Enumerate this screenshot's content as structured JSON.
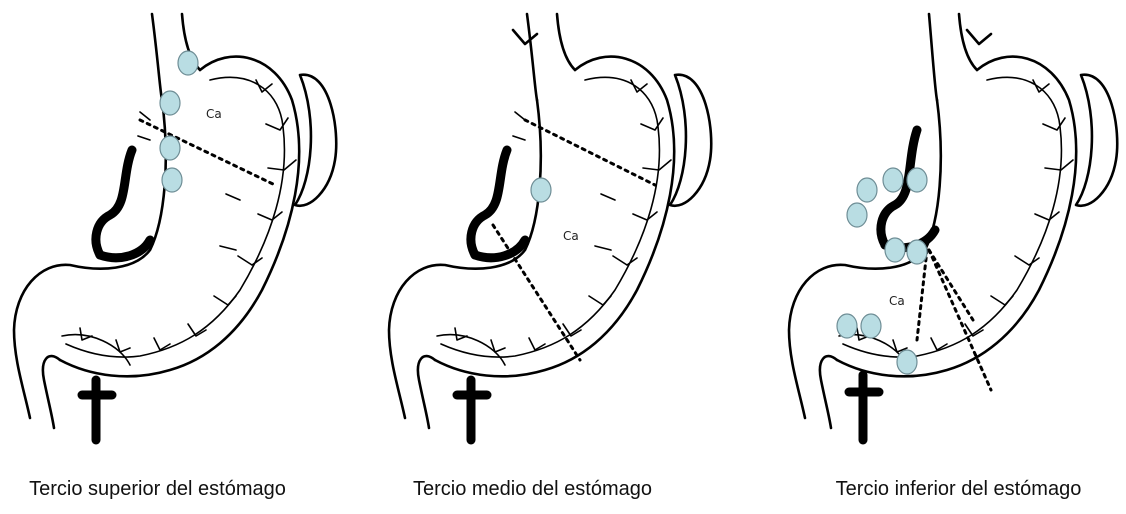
{
  "colors": {
    "lymph_node": "#b9dde3",
    "ink": "#000000"
  },
  "panels": [
    {
      "id": "upper",
      "tumor_label": "Ca",
      "caption": "Tercio superior del estómago"
    },
    {
      "id": "middle",
      "tumor_label": "Ca",
      "caption": "Tercio medio del estómago"
    },
    {
      "id": "lower",
      "tumor_label": "Ca",
      "caption": "Tercio inferior del estómago"
    }
  ]
}
